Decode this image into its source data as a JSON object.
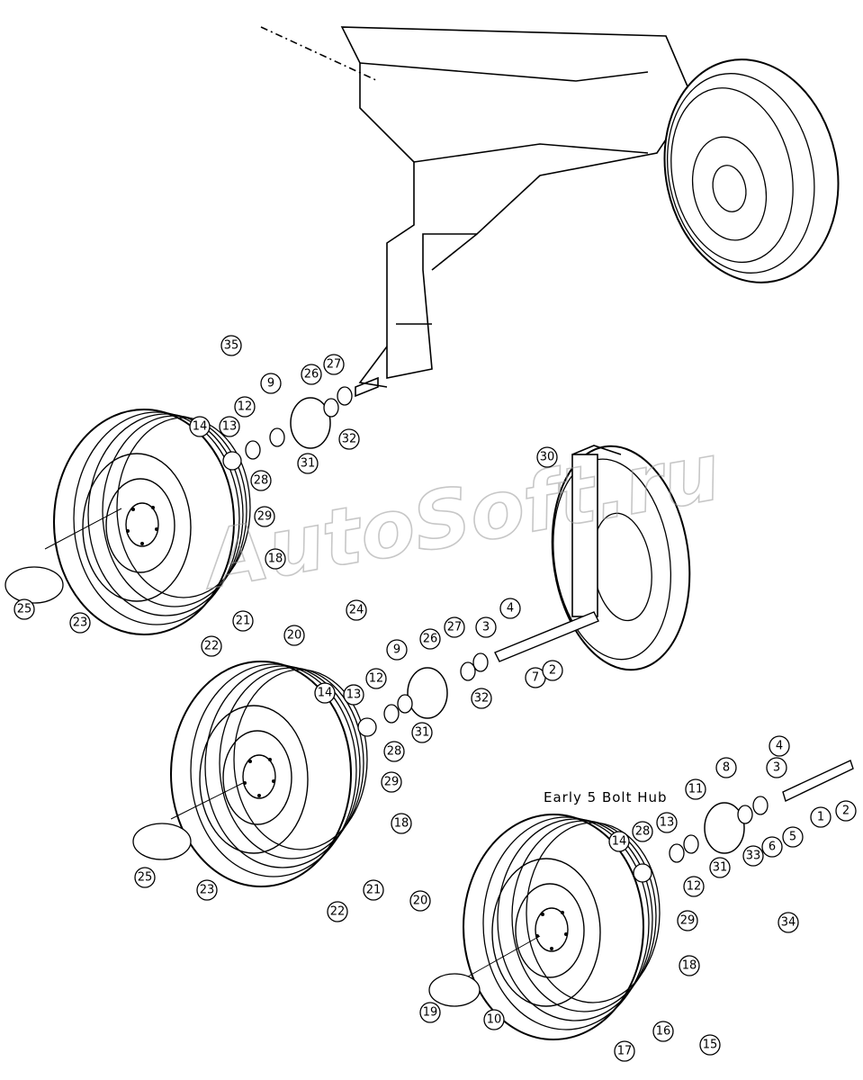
{
  "caption": "Early 5 Bolt Hub",
  "watermark": "AutoSoft.ru",
  "callouts": [
    {
      "id": "c35a",
      "label": "35"
    },
    {
      "id": "c27a",
      "label": "27"
    },
    {
      "id": "c26a",
      "label": "26"
    },
    {
      "id": "c9a",
      "label": "9"
    },
    {
      "id": "c12a",
      "label": "12"
    },
    {
      "id": "c13a",
      "label": "13"
    },
    {
      "id": "c14a",
      "label": "14"
    },
    {
      "id": "c32a",
      "label": "32"
    },
    {
      "id": "c31a",
      "label": "31"
    },
    {
      "id": "c28a",
      "label": "28"
    },
    {
      "id": "c29a",
      "label": "29"
    },
    {
      "id": "c18a",
      "label": "18"
    },
    {
      "id": "c25a",
      "label": "25"
    },
    {
      "id": "c23a",
      "label": "23"
    },
    {
      "id": "c21a",
      "label": "21"
    },
    {
      "id": "c22a",
      "label": "22"
    },
    {
      "id": "c20a",
      "label": "20"
    },
    {
      "id": "c30",
      "label": "30"
    },
    {
      "id": "c24",
      "label": "24"
    },
    {
      "id": "c4a",
      "label": "4"
    },
    {
      "id": "c3a",
      "label": "3"
    },
    {
      "id": "c27b",
      "label": "27"
    },
    {
      "id": "c26b",
      "label": "26"
    },
    {
      "id": "c9b",
      "label": "9"
    },
    {
      "id": "c7",
      "label": "7"
    },
    {
      "id": "c2a",
      "label": "2"
    },
    {
      "id": "c14b",
      "label": "14"
    },
    {
      "id": "c12b",
      "label": "12"
    },
    {
      "id": "c13b",
      "label": "13"
    },
    {
      "id": "c32b",
      "label": "32"
    },
    {
      "id": "c31b",
      "label": "31"
    },
    {
      "id": "c28b",
      "label": "28"
    },
    {
      "id": "c29b",
      "label": "29"
    },
    {
      "id": "c18b",
      "label": "18"
    },
    {
      "id": "c25b",
      "label": "25"
    },
    {
      "id": "c23b",
      "label": "23"
    },
    {
      "id": "c21b",
      "label": "21"
    },
    {
      "id": "c22b",
      "label": "22"
    },
    {
      "id": "c20b",
      "label": "20"
    },
    {
      "id": "c4b",
      "label": "4"
    },
    {
      "id": "c3b",
      "label": "3"
    },
    {
      "id": "c8",
      "label": "8"
    },
    {
      "id": "c11",
      "label": "11"
    },
    {
      "id": "c1",
      "label": "1"
    },
    {
      "id": "c2b",
      "label": "2"
    },
    {
      "id": "c13c",
      "label": "13"
    },
    {
      "id": "c28c",
      "label": "28"
    },
    {
      "id": "c14c",
      "label": "14"
    },
    {
      "id": "c33",
      "label": "33"
    },
    {
      "id": "c6",
      "label": "6"
    },
    {
      "id": "c5",
      "label": "5"
    },
    {
      "id": "c31c",
      "label": "31"
    },
    {
      "id": "c12c",
      "label": "12"
    },
    {
      "id": "c29c",
      "label": "29"
    },
    {
      "id": "c34",
      "label": "34"
    },
    {
      "id": "c18c",
      "label": "18"
    },
    {
      "id": "c19",
      "label": "19"
    },
    {
      "id": "c10",
      "label": "10"
    },
    {
      "id": "c16",
      "label": "16"
    },
    {
      "id": "c17",
      "label": "17"
    },
    {
      "id": "c15",
      "label": "15"
    }
  ]
}
